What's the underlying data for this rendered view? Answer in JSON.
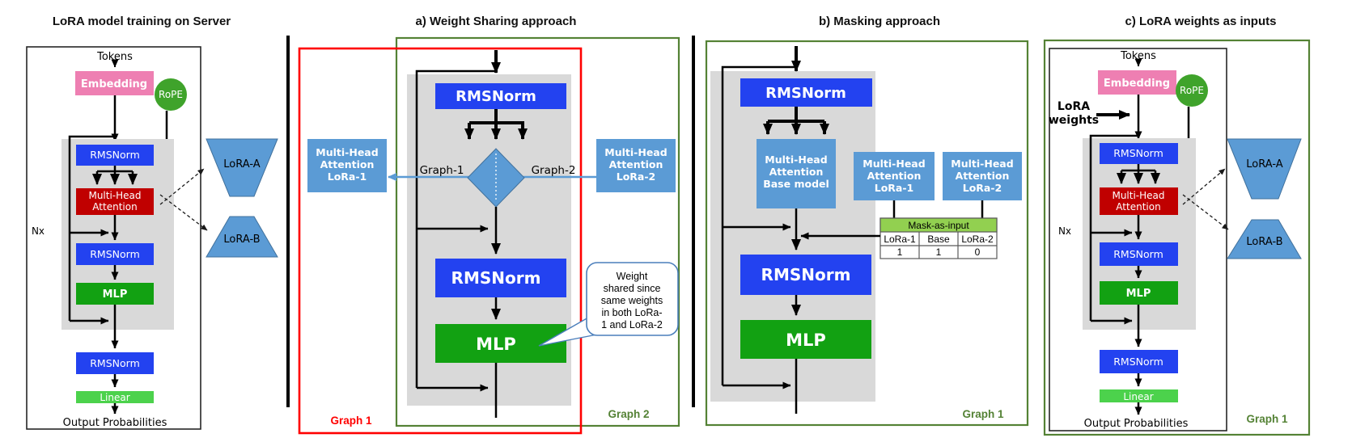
{
  "colors": {
    "pink": "#ee7fb2",
    "rope_green": "#3fa32b",
    "blue": "#2342f0",
    "dark_red": "#c00000",
    "mlp_green": "#12a112",
    "linear_green": "#4cd24c",
    "light_blue": "#5b9bd5",
    "gray_block": "#d9d9d9",
    "graph_green": "#548235",
    "graph_red": "#ff0000",
    "table_green": "#92d050"
  },
  "panel_server": {
    "title": "LoRA model training on Server",
    "tokens": "Tokens",
    "embedding": "Embedding",
    "rope": "RoPE",
    "rmsnorm1": "RMSNorm",
    "mha": [
      "Multi-Head",
      "Attention"
    ],
    "nx": "Nx",
    "rmsnorm2": "RMSNorm",
    "mlp": "MLP",
    "rmsnorm3": "RMSNorm",
    "linear": "Linear",
    "output": "Output Probabilities",
    "lora_a": "LoRA-A",
    "lora_b": "LoRA-B"
  },
  "panel_a": {
    "title": "a) Weight Sharing approach",
    "rmsnorm1": "RMSNorm",
    "graph1_branch": "Graph-1",
    "graph2_branch": "Graph-2",
    "mha_lora1": [
      "Multi-Head",
      "Attention",
      "LoRa-1"
    ],
    "mha_lora2": [
      "Multi-Head",
      "Attention",
      "LoRa-2"
    ],
    "rmsnorm2": "RMSNorm",
    "mlp": "MLP",
    "callout": [
      "Weight",
      "shared since",
      "same weights",
      "in both LoRa-",
      "1 and LoRa-2"
    ],
    "graph1_tag": "Graph 1",
    "graph2_tag": "Graph 2"
  },
  "panel_b": {
    "title": "b) Masking approach",
    "rmsnorm1": "RMSNorm",
    "mha_base": [
      "Multi-Head",
      "Attention",
      "Base model"
    ],
    "mha_lora1": [
      "Multi-Head",
      "Attention",
      "LoRa-1"
    ],
    "mha_lora2": [
      "Multi-Head",
      "Attention",
      "LoRa-2"
    ],
    "mask_table": {
      "header": "Mask-as-input",
      "columns": [
        "LoRa-1",
        "Base",
        "LoRa-2"
      ],
      "values": [
        "1",
        "1",
        "0"
      ]
    },
    "rmsnorm2": "RMSNorm",
    "mlp": "MLP",
    "graph1_tag": "Graph 1"
  },
  "panel_c": {
    "title": "c) LoRA weights as inputs",
    "tokens": "Tokens",
    "embedding": "Embedding",
    "rope": "RoPE",
    "lora_weights": [
      "LoRA",
      "weights"
    ],
    "rmsnorm1": "RMSNorm",
    "mha": [
      "Multi-Head",
      "Attention"
    ],
    "nx": "Nx",
    "rmsnorm2": "RMSNorm",
    "mlp": "MLP",
    "rmsnorm3": "RMSNorm",
    "linear": "Linear",
    "output": "Output Probabilities",
    "lora_a": "LoRA-A",
    "lora_b": "LoRA-B",
    "graph1_tag": "Graph 1"
  }
}
